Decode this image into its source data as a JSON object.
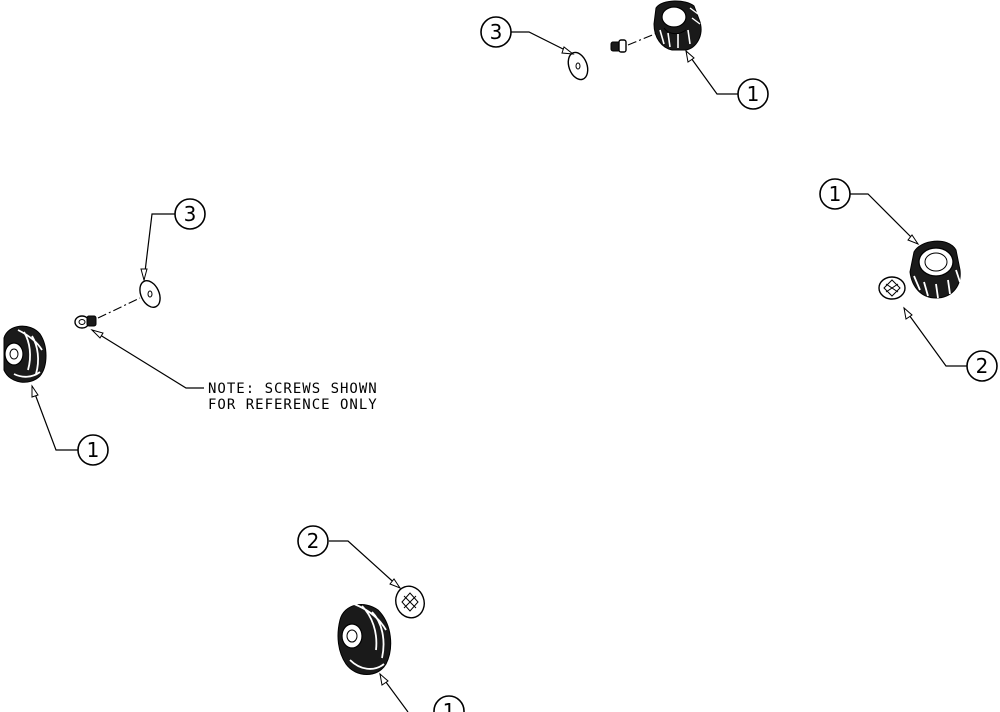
{
  "note": {
    "line1": "NOTE: SCREWS SHOWN",
    "line2": "FOR REFERENCE ONLY"
  },
  "balloons": {
    "top_three": "3",
    "top_one": "1",
    "right_one": "1",
    "right_two": "2",
    "left_three": "3",
    "left_one": "1",
    "bottom_two": "2",
    "bottom_one": "1"
  },
  "colors": {
    "line": "#000000",
    "background": "#ffffff"
  }
}
